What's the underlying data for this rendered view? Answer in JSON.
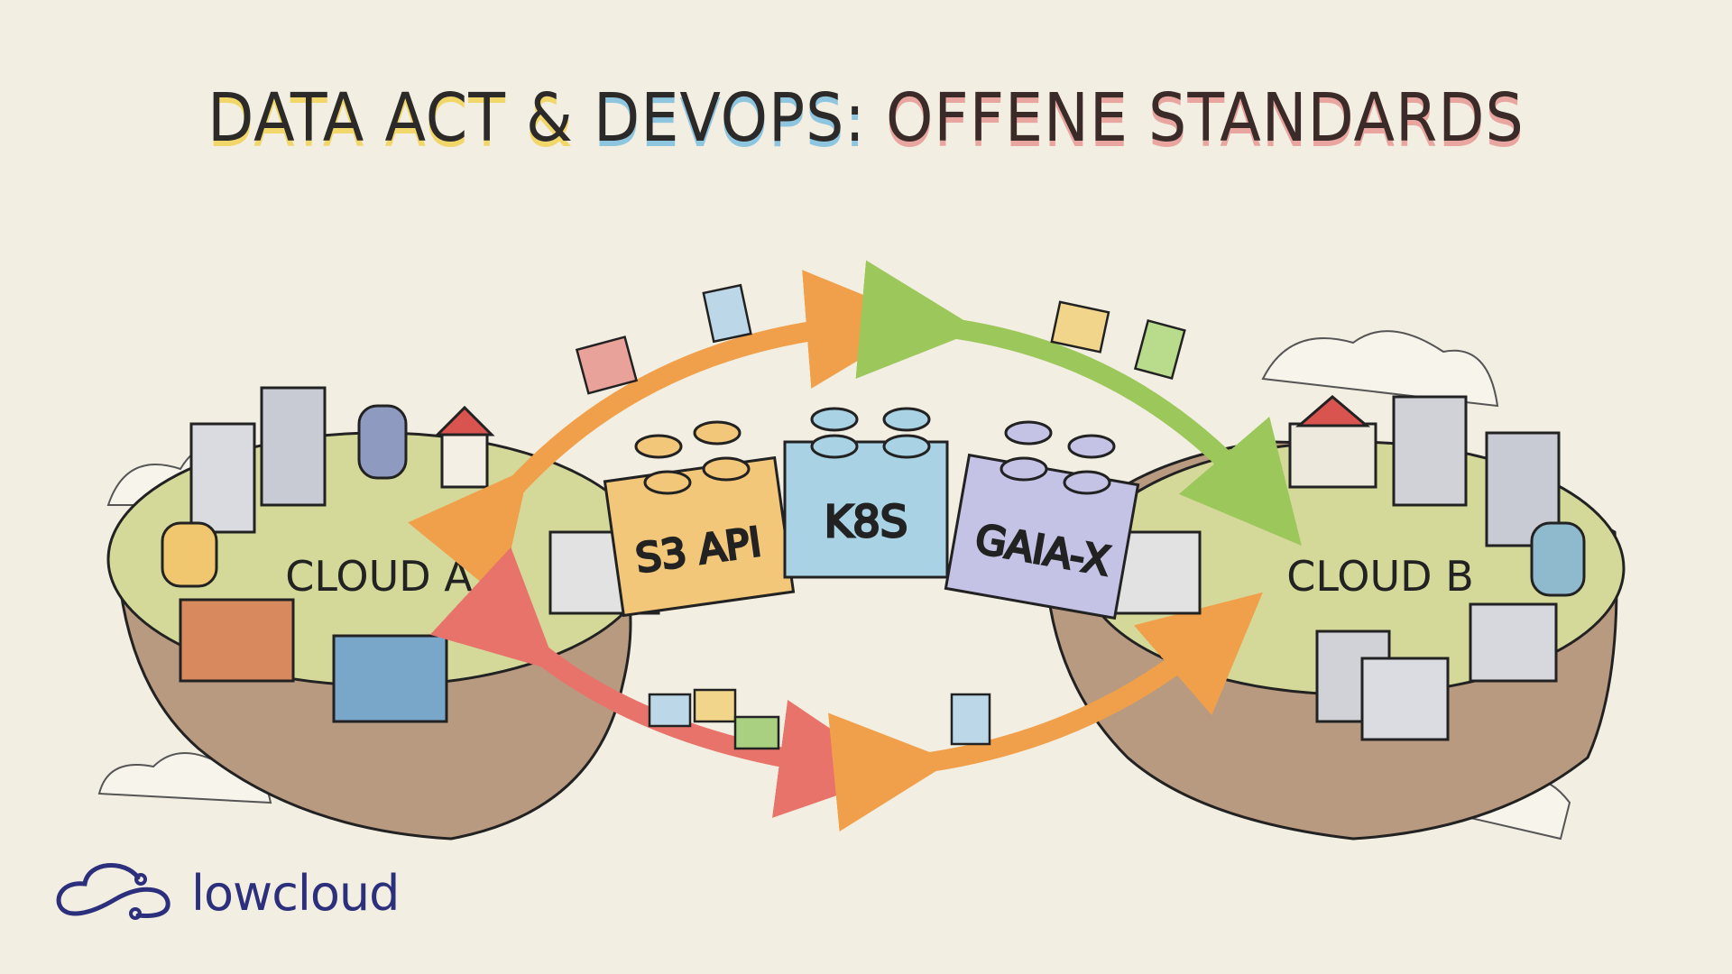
{
  "title": {
    "part1": "DATA ACT &",
    "part2": "DEVOPS:",
    "part3": "OFFENE STANDARDS"
  },
  "islands": [
    {
      "label": "CLOUD A"
    },
    {
      "label": "CLOUD B"
    }
  ],
  "blocks": [
    {
      "label": "S3 API",
      "color": "#f2c77a"
    },
    {
      "label": "K8S",
      "color": "#a9d2e4"
    },
    {
      "label": "GAIA-X",
      "color": "#c4c3e6"
    }
  ],
  "arrow_colors": {
    "top_left": "#f0a04a",
    "top_right": "#9cc75a",
    "bottom_left": "#e8736a",
    "bottom_right": "#f0a04a"
  },
  "logo": {
    "text": "lowcloud",
    "color": "#2c2f7c"
  }
}
